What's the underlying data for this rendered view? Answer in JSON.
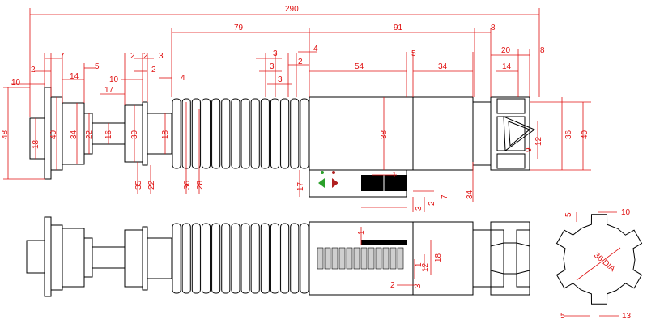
{
  "drawing": {
    "colors": {
      "line": "#000000",
      "dimension": "#e01010",
      "background": "#ffffff",
      "led_green": "#2aa02a",
      "led_red": "#b02020"
    },
    "dimensions_top": [
      "290",
      "79",
      "91",
      "8",
      "20",
      "8",
      "14",
      "54",
      "34",
      "5",
      "3",
      "3",
      "3",
      "2",
      "4",
      "7",
      "2",
      "14",
      "5",
      "17",
      "10",
      "2",
      "2",
      "3",
      "2",
      "4",
      "10"
    ],
    "dimensions_vertical": [
      "48",
      "18",
      "40",
      "34",
      "22",
      "16",
      "30",
      "18",
      "38",
      "36",
      "40",
      "12",
      "9",
      "17",
      "34",
      "7",
      "2",
      "3",
      "1"
    ],
    "dimensions_bottom": [
      "35",
      "22",
      "36",
      "28"
    ],
    "detail_dims": [
      "1",
      "12",
      "18",
      "2",
      "3",
      "1"
    ],
    "emitter_label": "36 DIA",
    "emitter_dims": [
      "5",
      "10",
      "5",
      "13"
    ]
  }
}
